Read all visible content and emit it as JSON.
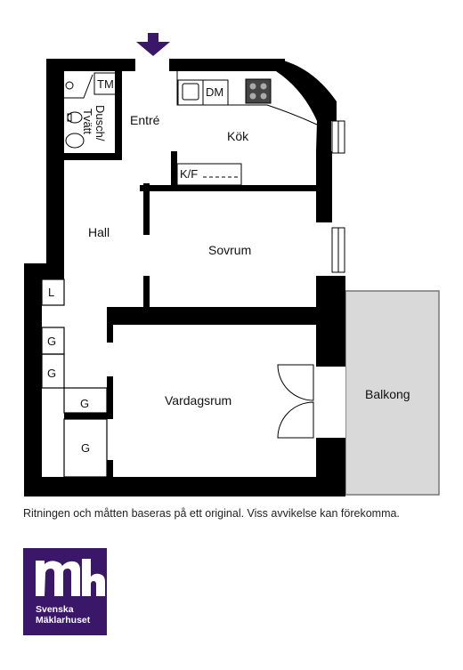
{
  "plan": {
    "entrance_icon": "down-arrow-icon",
    "rooms": {
      "entre": "Entré",
      "kok": "Kök",
      "hall": "Hall",
      "sovrum": "Sovrum",
      "vardagsrum": "Vardagsrum",
      "balkong": "Balkong",
      "dusch_line1": "Dusch/",
      "dusch_line2": "Tvätt"
    },
    "fixtures": {
      "tm": "TM",
      "dm": "DM",
      "kf": "K/F",
      "closet_l": "L",
      "closet_g1": "G",
      "closet_g2": "G",
      "closet_g3": "G",
      "closet_g4": "G"
    },
    "colors": {
      "wall": "#000000",
      "balcony": "#d9d9d9",
      "arrow": "#3a1768"
    }
  },
  "disclaimer": "Ritningen och måtten baseras på ett original. Viss avvikelse kan förekomma.",
  "logo": {
    "line1": "Svenska",
    "line2": "Mäklarhuset",
    "color": "#3a1768"
  }
}
